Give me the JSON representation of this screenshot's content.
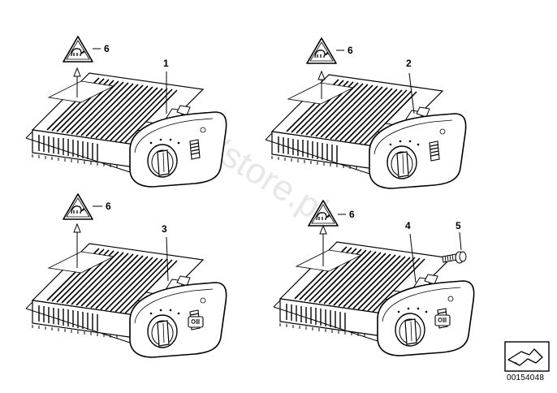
{
  "diagram": {
    "modules": [
      {
        "id": "m1",
        "part_number": "1",
        "warning_number": "6"
      },
      {
        "id": "m2",
        "part_number": "2",
        "warning_number": "6"
      },
      {
        "id": "m3",
        "part_number": "3",
        "warning_number": "6"
      },
      {
        "id": "m4",
        "part_number": "4",
        "warning_number": "6"
      }
    ],
    "screw_part_number": "5",
    "watermark": "BMWstore.pl",
    "reference_number": "00154048",
    "icons": [
      "warning-triangle-icon",
      "light-switch-module-icon",
      "screw-icon",
      "reference-arrow-icon"
    ]
  }
}
